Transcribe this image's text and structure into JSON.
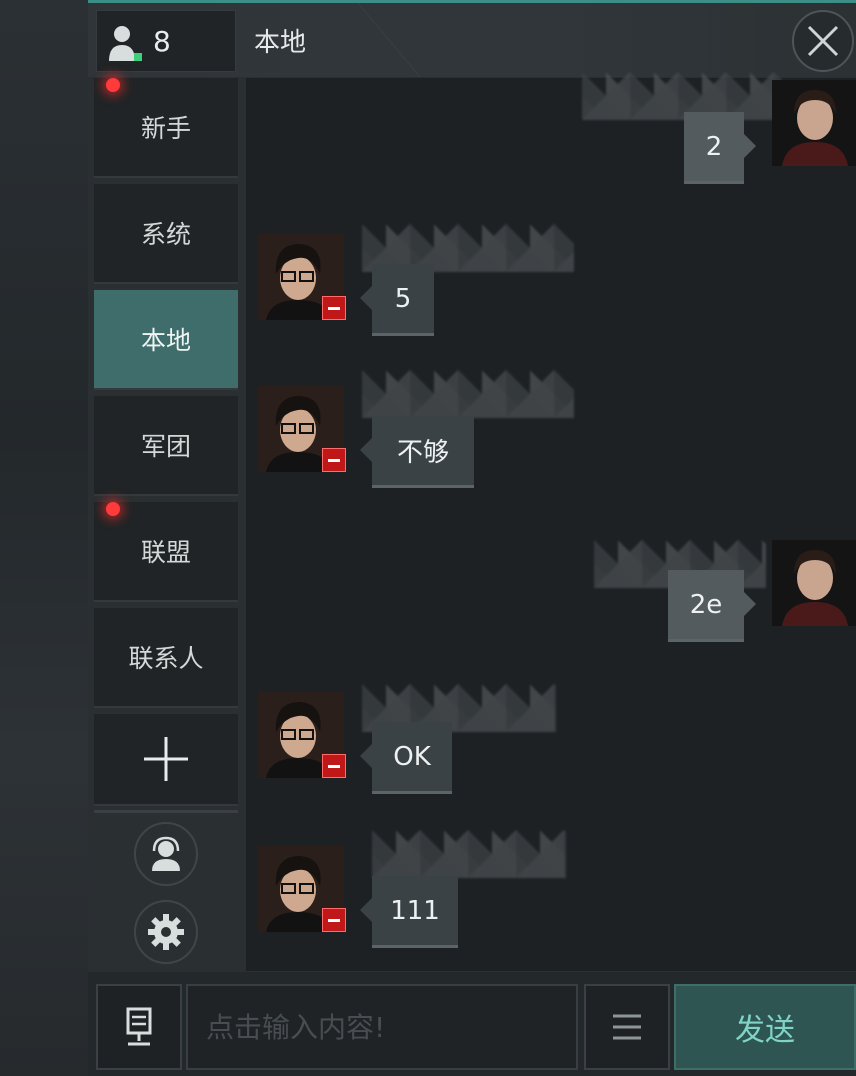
{
  "header": {
    "online_count": "8",
    "channel_title": "本地"
  },
  "tabs": [
    {
      "label": "新手",
      "unread": true
    },
    {
      "label": "系统",
      "unread": false
    },
    {
      "label": "本地",
      "unread": false,
      "active": true
    },
    {
      "label": "军团",
      "unread": false
    },
    {
      "label": "联盟",
      "unread": true
    },
    {
      "label": "联系人",
      "unread": false
    }
  ],
  "messages": [
    {
      "side": "right",
      "text": "2",
      "avatar": "female-pilot-avatar"
    },
    {
      "side": "left",
      "text": "5",
      "avatar": "glasses-pilot-avatar"
    },
    {
      "side": "left",
      "text": "不够",
      "avatar": "glasses-pilot-avatar"
    },
    {
      "side": "right",
      "text": "2e",
      "avatar": "female-pilot-avatar"
    },
    {
      "side": "left",
      "text": "OK",
      "avatar": "glasses-pilot-avatar"
    },
    {
      "side": "left",
      "text": "111",
      "avatar": "glasses-pilot-avatar"
    }
  ],
  "input": {
    "placeholder": "点击输入内容!"
  },
  "send_label": "发送",
  "colors": {
    "accent": "#3f6d6c",
    "send_text": "#7fd4c6",
    "unread_dot": "#ff3a3a",
    "badge": "#c01818"
  }
}
